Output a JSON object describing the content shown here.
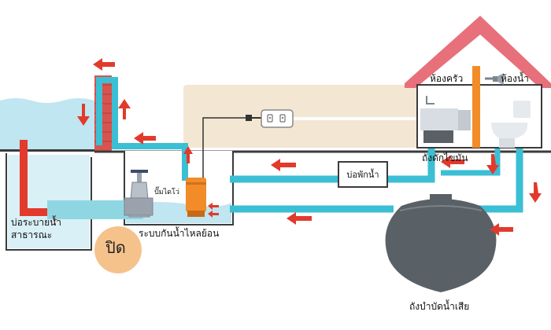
{
  "labels": {
    "public_drain": [
      "บ่อระบายน้ำ",
      "สาธารณะ"
    ],
    "close": "ปิด",
    "pump": "ปั๊มไดโว่",
    "backflow_system": "ระบบกันน้ำไหลย้อน",
    "settling_pit": "บ่อพักน้ำ",
    "grease_trap": "ถังดักไขมัน",
    "septic_tank": "ถังบำบัดน้ำเสีย",
    "kitchen": "ห้องครัว",
    "bathroom": "ห้องน้ำ"
  },
  "colors": {
    "pipe": "#3bbfd4",
    "pipe_dark": "#2aa9be",
    "arrow": "#e23a2c",
    "roof": "#e8707a",
    "beige": "#f3e6d3",
    "close_badge": "#f6c28c",
    "water": "#bfe6f1",
    "tank": "#5a6166",
    "ground_line": "#3b3b3b",
    "orange_pipe": "#f28c28"
  },
  "icons": [
    "power-outlet-icon",
    "gate-valve-icon",
    "submersible-pump-icon",
    "toilet-icon",
    "sink-icon",
    "shower-icon"
  ]
}
